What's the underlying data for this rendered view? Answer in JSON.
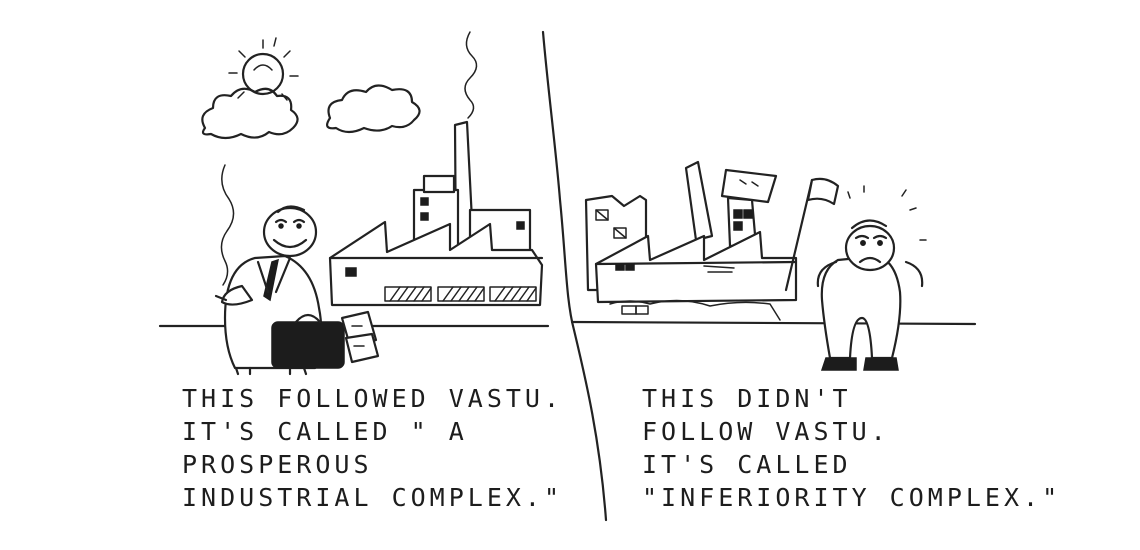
{
  "cartoon": {
    "left_caption": [
      "THIS  FOLLOWED  VASTU.",
      "IT'S   CALLED   \" A",
      "PROSPEROUS",
      "INDUSTRIAL  COMPLEX.\""
    ],
    "right_caption": [
      "THIS  DIDN'T",
      "FOLLOW  VASTU.",
      "IT'S  CALLED",
      "\"INFERIORITY  COMPLEX.\""
    ],
    "ink_color": "#222222",
    "background": "#ffffff"
  }
}
